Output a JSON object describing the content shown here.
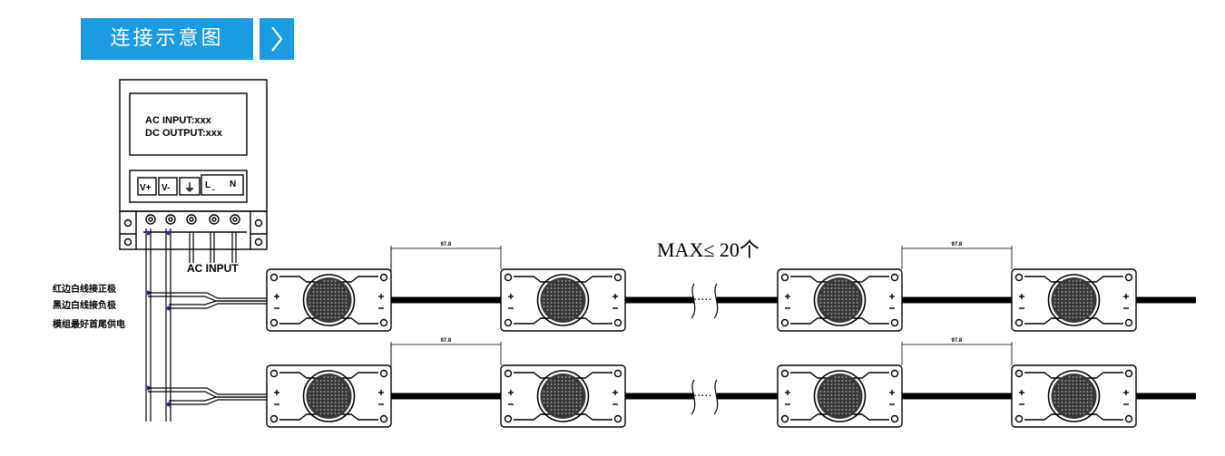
{
  "header": {
    "title": "连接示意图"
  },
  "driver": {
    "line1": "AC INPUT:xxx",
    "line2": "DC OUTPUT:xxx",
    "terminals": [
      "V+",
      "V-",
      "⏚",
      "L",
      "N"
    ],
    "terminal_l_sub": "~"
  },
  "labels": {
    "ac_input": "AC INPUT",
    "red_wire": "红边白线接正极",
    "black_wire": "黑边白线接负极",
    "power_note": "模组最好首尾供电",
    "max_count": "MAX≤ 20个",
    "pitch": "97.8",
    "ellipsis": "·····"
  },
  "colors": {
    "accent": "#1b9be1",
    "line": "#000000",
    "wire_node": "#2b3a9a"
  }
}
